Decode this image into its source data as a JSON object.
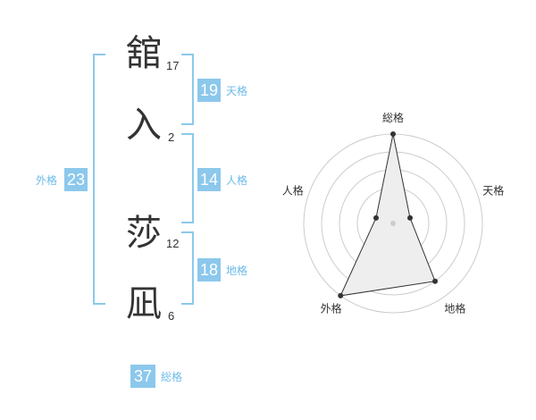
{
  "name": {
    "chars": [
      {
        "char": "舘",
        "strokes": "17"
      },
      {
        "char": "入",
        "strokes": "2"
      },
      {
        "char": "莎",
        "strokes": "12"
      },
      {
        "char": "凪",
        "strokes": "6"
      }
    ]
  },
  "fortune": {
    "tenkaku": {
      "value": "19",
      "label": "天格"
    },
    "jinkaku": {
      "value": "14",
      "label": "人格"
    },
    "chikaku": {
      "value": "18",
      "label": "地格"
    },
    "gaikaku": {
      "value": "23",
      "label": "外格"
    },
    "soukaku": {
      "value": "37",
      "label": "総格"
    }
  },
  "chart_data": {
    "type": "radar",
    "axes": [
      "総格",
      "天格",
      "地格",
      "外格",
      "人格"
    ],
    "values": [
      5,
      1,
      4,
      5,
      1
    ],
    "max": 5,
    "rings": 5,
    "colors": {
      "grid": "#cccccc",
      "fill": "#eeeeee",
      "line": "#333333",
      "center": "#cccccc"
    }
  }
}
